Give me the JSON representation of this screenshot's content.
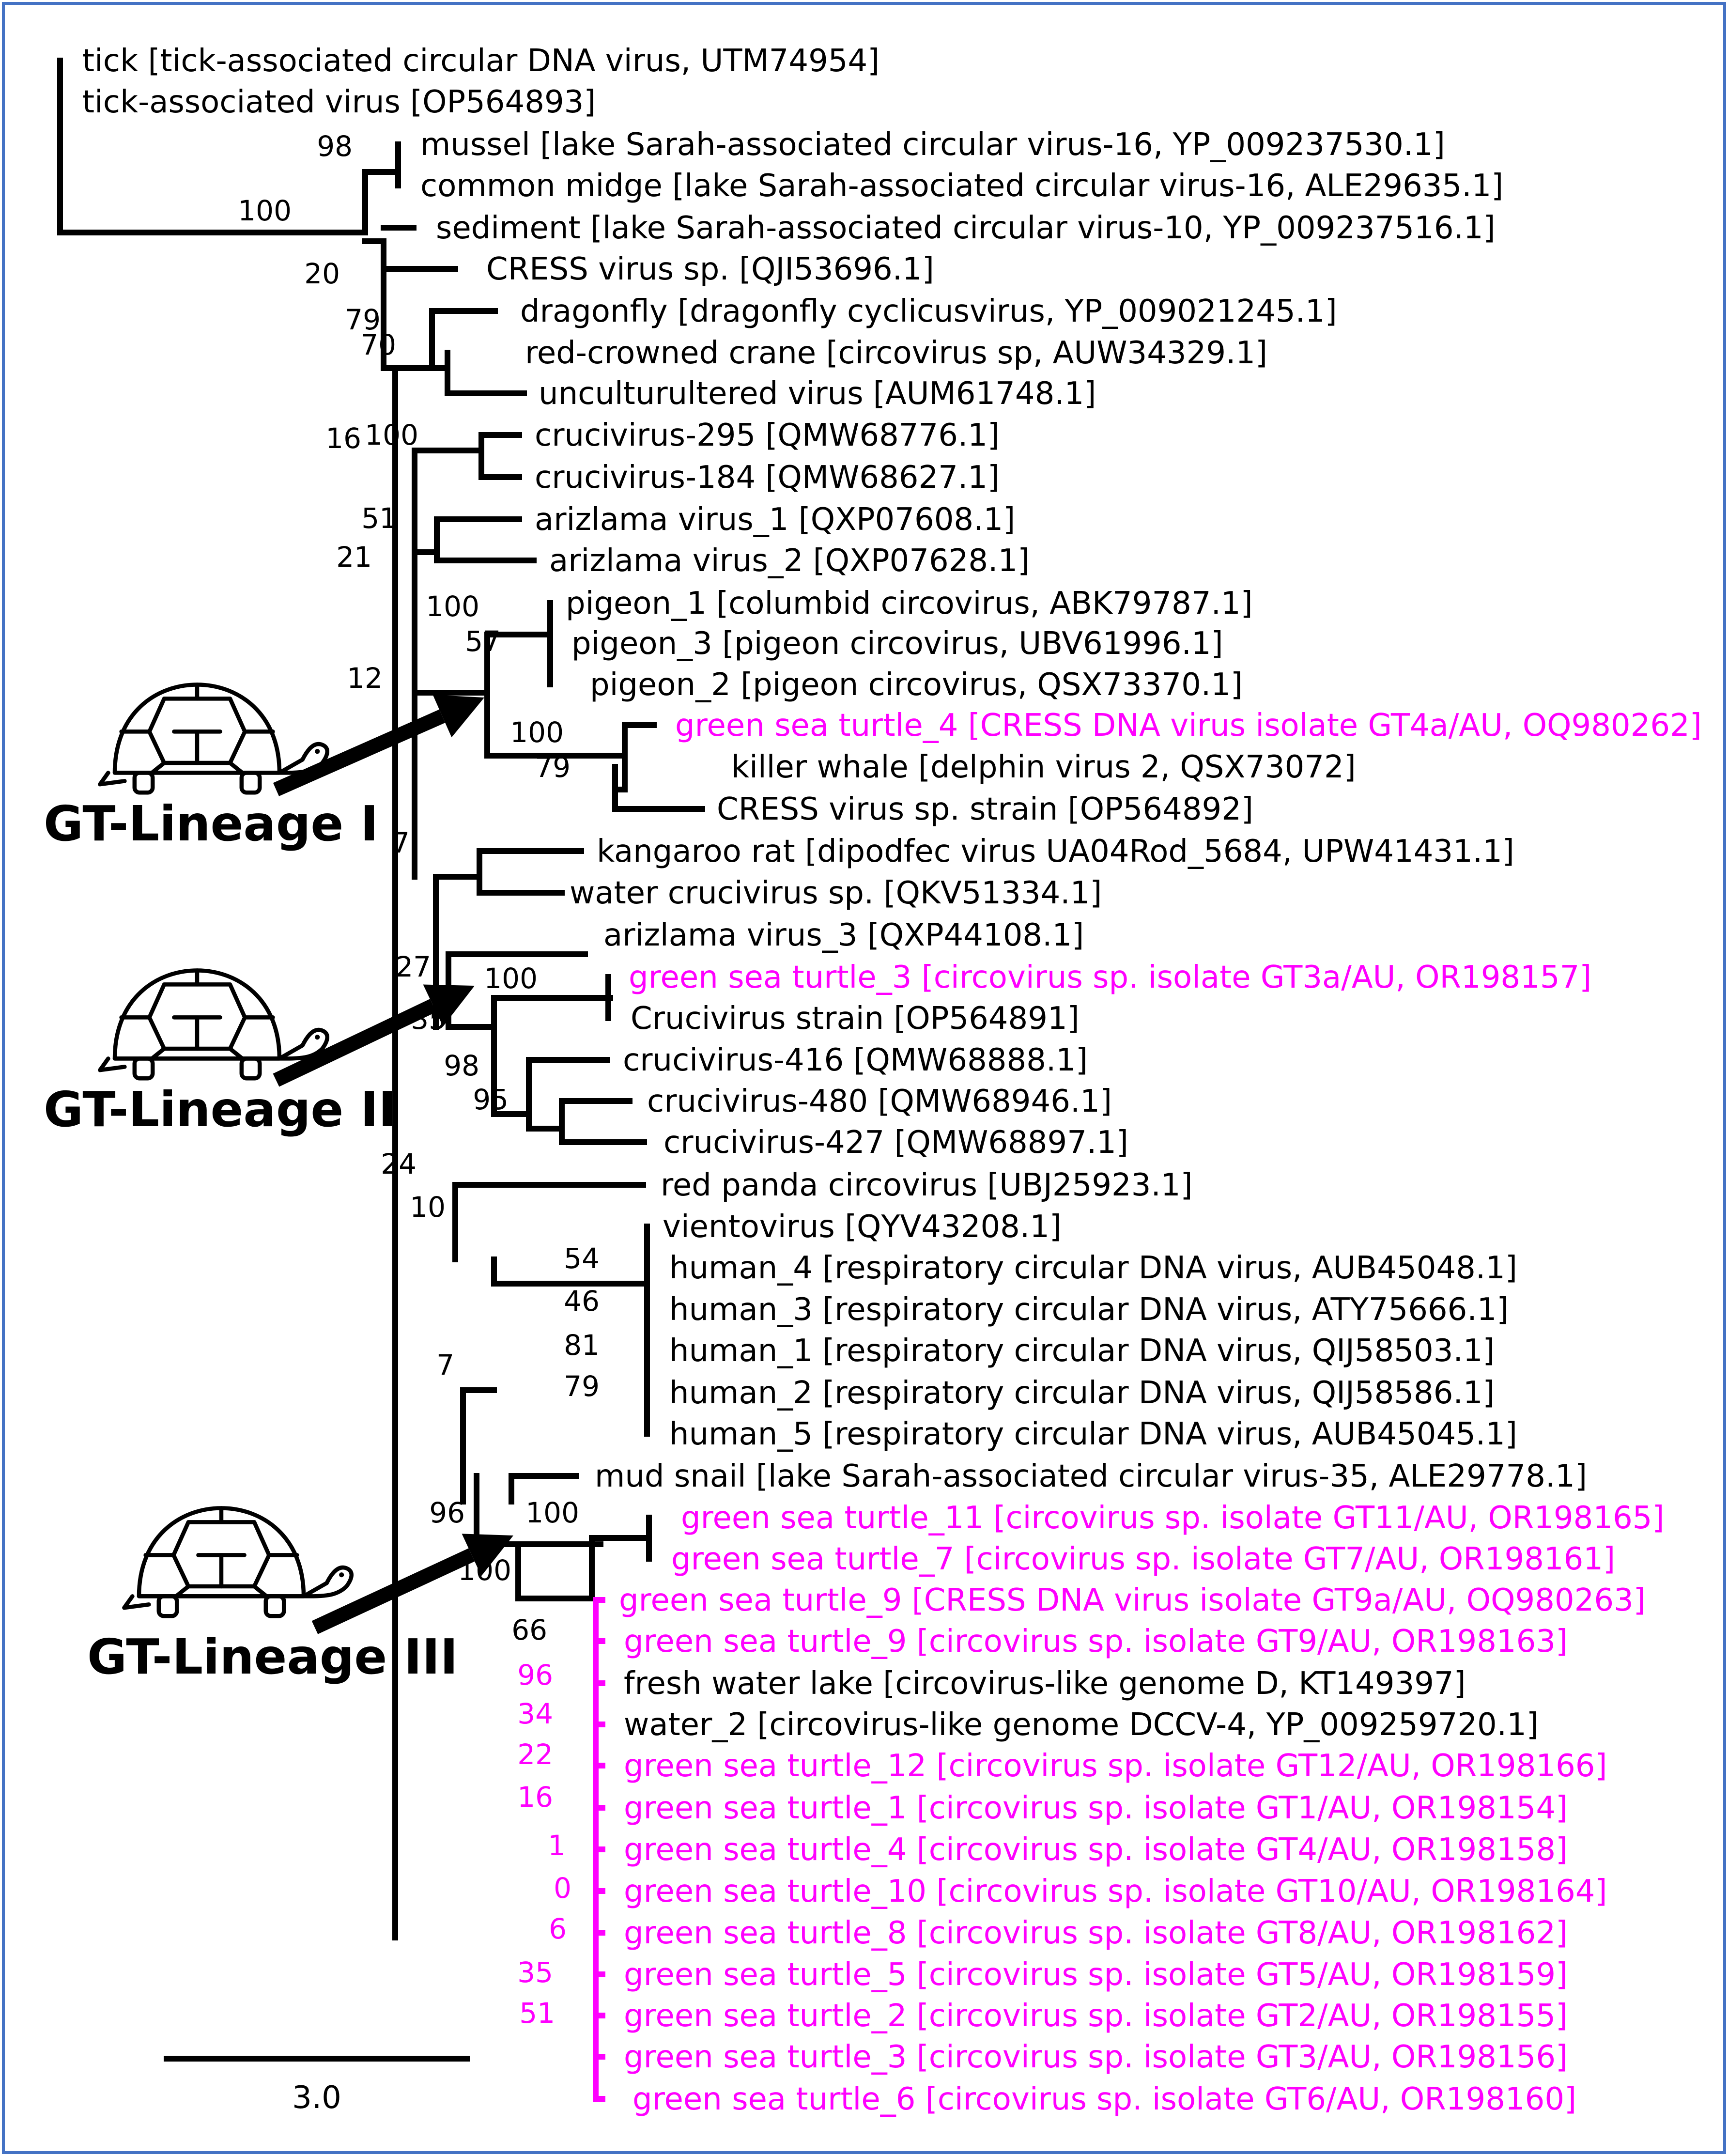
{
  "colors": {
    "frame": "#4472C4",
    "branch": "#000000",
    "highlight": "#FF00FF",
    "lineage_label": "#000000"
  },
  "taxa": [
    {
      "id": "t1",
      "label": "tick [tick-associated circular DNA virus, UTM74954]",
      "highlight": false
    },
    {
      "id": "t2",
      "label": "tick-associated virus [OP564893]",
      "highlight": false
    },
    {
      "id": "t3",
      "label": "mussel [lake Sarah-associated circular virus-16, YP_009237530.1]",
      "highlight": false
    },
    {
      "id": "t4",
      "label": "common midge [lake Sarah-associated circular virus-16, ALE29635.1]",
      "highlight": false
    },
    {
      "id": "t5",
      "label": "sediment [lake Sarah-associated circular virus-10, YP_009237516.1]",
      "highlight": false
    },
    {
      "id": "t6",
      "label": "CRESS virus sp. [QJI53696.1]",
      "highlight": false
    },
    {
      "id": "t7",
      "label": "dragonfly [dragonfly cyclicusvirus, YP_009021245.1]",
      "highlight": false
    },
    {
      "id": "t8",
      "label": "red-crowned crane [circovirus sp, AUW34329.1]",
      "highlight": false
    },
    {
      "id": "t9",
      "label": "unculturultered virus [AUM61748.1]",
      "highlight": false
    },
    {
      "id": "t10",
      "label": "crucivirus-295 [QMW68776.1]",
      "highlight": false
    },
    {
      "id": "t11",
      "label": "crucivirus-184 [QMW68627.1]",
      "highlight": false
    },
    {
      "id": "t12",
      "label": "arizlama virus_1 [QXP07608.1]",
      "highlight": false
    },
    {
      "id": "t13",
      "label": "arizlama virus_2 [QXP07628.1]",
      "highlight": false
    },
    {
      "id": "t14",
      "label": "pigeon_1 [columbid circovirus, ABK79787.1]",
      "highlight": false
    },
    {
      "id": "t15",
      "label": "pigeon_3 [pigeon circovirus, UBV61996.1]",
      "highlight": false
    },
    {
      "id": "t16",
      "label": "pigeon_2 [pigeon circovirus, QSX73370.1]",
      "highlight": false
    },
    {
      "id": "t17",
      "label": "green sea turtle_4 [CRESS DNA virus isolate GT4a/AU, OQ980262]",
      "highlight": true
    },
    {
      "id": "t18",
      "label": "killer whale [delphin virus 2, QSX73072]",
      "highlight": false
    },
    {
      "id": "t19",
      "label": "CRESS virus sp. strain [OP564892]",
      "highlight": false
    },
    {
      "id": "t20",
      "label": "kangaroo rat [dipodfec virus UA04Rod_5684, UPW41431.1]",
      "highlight": false
    },
    {
      "id": "t21",
      "label": "water crucivirus sp. [QKV51334.1]",
      "highlight": false
    },
    {
      "id": "t22",
      "label": "arizlama virus_3 [QXP44108.1]",
      "highlight": false
    },
    {
      "id": "t23",
      "label": "green sea turtle_3 [circovirus sp. isolate GT3a/AU, OR198157]",
      "highlight": true
    },
    {
      "id": "t24",
      "label": "Crucivirus strain [OP564891]",
      "highlight": false
    },
    {
      "id": "t25",
      "label": "crucivirus-416 [QMW68888.1]",
      "highlight": false
    },
    {
      "id": "t26",
      "label": "crucivirus-480 [QMW68946.1]",
      "highlight": false
    },
    {
      "id": "t27",
      "label": "crucivirus-427 [QMW68897.1]",
      "highlight": false
    },
    {
      "id": "t28",
      "label": "red panda circovirus [UBJ25923.1]",
      "highlight": false
    },
    {
      "id": "t29",
      "label": "vientovirus [QYV43208.1]",
      "highlight": false
    },
    {
      "id": "t30",
      "label": "human_4 [respiratory circular DNA virus, AUB45048.1]",
      "highlight": false
    },
    {
      "id": "t31",
      "label": "human_3 [respiratory circular DNA virus, ATY75666.1]",
      "highlight": false
    },
    {
      "id": "t32",
      "label": "human_1 [respiratory circular DNA virus, QIJ58503.1]",
      "highlight": false
    },
    {
      "id": "t33",
      "label": "human_2 [respiratory circular DNA virus, QIJ58586.1]",
      "highlight": false
    },
    {
      "id": "t34",
      "label": "human_5 [respiratory circular DNA virus, AUB45045.1]",
      "highlight": false
    },
    {
      "id": "t35",
      "label": "mud snail [lake Sarah-associated circular virus-35, ALE29778.1]",
      "highlight": false
    },
    {
      "id": "t36",
      "label": "green sea turtle_11 [circovirus sp. isolate GT11/AU, OR198165]",
      "highlight": true
    },
    {
      "id": "t37",
      "label": "green sea turtle_7 [circovirus sp. isolate GT7/AU, OR198161]",
      "highlight": true
    },
    {
      "id": "t38",
      "label": "green sea turtle_9 [CRESS DNA virus isolate GT9a/AU, OQ980263]",
      "highlight": true
    },
    {
      "id": "t39",
      "label": "green sea turtle_9 [circovirus sp. isolate GT9/AU, OR198163]",
      "highlight": true
    },
    {
      "id": "t40",
      "label": "fresh water lake [circovirus-like genome D, KT149397]",
      "highlight": false
    },
    {
      "id": "t41",
      "label": "water_2 [circovirus-like genome DCCV-4, YP_009259720.1]",
      "highlight": false
    },
    {
      "id": "t42",
      "label": "green sea turtle_12 [circovirus sp. isolate GT12/AU, OR198166]",
      "highlight": true
    },
    {
      "id": "t43",
      "label": "green sea turtle_1 [circovirus sp. isolate GT1/AU, OR198154]",
      "highlight": true
    },
    {
      "id": "t44",
      "label": "green sea turtle_4 [circovirus sp. isolate GT4/AU, OR198158]",
      "highlight": true
    },
    {
      "id": "t45",
      "label": "green sea turtle_10 [circovirus sp. isolate GT10/AU, OR198164]",
      "highlight": true
    },
    {
      "id": "t46",
      "label": "green sea turtle_8 [circovirus sp. isolate GT8/AU, OR198162]",
      "highlight": true
    },
    {
      "id": "t47",
      "label": "green sea turtle_5 [circovirus sp. isolate GT5/AU, OR198159]",
      "highlight": true
    },
    {
      "id": "t48",
      "label": "green sea turtle_2 [circovirus sp. isolate GT2/AU, OR198155]",
      "highlight": true
    },
    {
      "id": "t49",
      "label": "green sea turtle_3 [circovirus sp. isolate GT3/AU, OR198156]",
      "highlight": true
    },
    {
      "id": "t50",
      "label": "green sea turtle_6 [circovirus sp. isolate GT6/AU, OR198160]",
      "highlight": true
    }
  ],
  "support_values": [
    {
      "id": "s1",
      "text": "98",
      "highlight": false
    },
    {
      "id": "s2",
      "text": "100",
      "highlight": false
    },
    {
      "id": "s3",
      "text": "20",
      "highlight": false
    },
    {
      "id": "s4",
      "text": "79",
      "highlight": false
    },
    {
      "id": "s5",
      "text": "70",
      "highlight": false
    },
    {
      "id": "s6",
      "text": "16",
      "highlight": false
    },
    {
      "id": "s7",
      "text": "100",
      "highlight": false
    },
    {
      "id": "s8",
      "text": "51",
      "highlight": false
    },
    {
      "id": "s9",
      "text": "21",
      "highlight": false
    },
    {
      "id": "s10",
      "text": "100",
      "highlight": false
    },
    {
      "id": "s11",
      "text": "57",
      "highlight": false
    },
    {
      "id": "s12",
      "text": "12",
      "highlight": false
    },
    {
      "id": "s13",
      "text": "100",
      "highlight": false
    },
    {
      "id": "s14",
      "text": "79",
      "highlight": false
    },
    {
      "id": "s15",
      "text": "7",
      "highlight": false
    },
    {
      "id": "s16",
      "text": "27",
      "highlight": false
    },
    {
      "id": "s17",
      "text": "100",
      "highlight": false
    },
    {
      "id": "s18",
      "text": "35",
      "highlight": false
    },
    {
      "id": "s19",
      "text": "98",
      "highlight": false
    },
    {
      "id": "s20",
      "text": "95",
      "highlight": false
    },
    {
      "id": "s21",
      "text": "24",
      "highlight": false
    },
    {
      "id": "s22",
      "text": "10",
      "highlight": false
    },
    {
      "id": "s23",
      "text": "54",
      "highlight": false
    },
    {
      "id": "s24",
      "text": "46",
      "highlight": false
    },
    {
      "id": "s25",
      "text": "81",
      "highlight": false
    },
    {
      "id": "s26",
      "text": "79",
      "highlight": false
    },
    {
      "id": "s27",
      "text": "7",
      "highlight": false
    },
    {
      "id": "s28",
      "text": "96",
      "highlight": false
    },
    {
      "id": "s29",
      "text": "100",
      "highlight": false
    },
    {
      "id": "s30",
      "text": "100",
      "highlight": false
    },
    {
      "id": "s31",
      "text": "66",
      "highlight": false
    },
    {
      "id": "s32",
      "text": "96",
      "highlight": true
    },
    {
      "id": "s33",
      "text": "34",
      "highlight": true
    },
    {
      "id": "s34",
      "text": "22",
      "highlight": true
    },
    {
      "id": "s35",
      "text": "16",
      "highlight": true
    },
    {
      "id": "s36",
      "text": "1",
      "highlight": true
    },
    {
      "id": "s37",
      "text": "0",
      "highlight": true
    },
    {
      "id": "s38",
      "text": "6",
      "highlight": true
    },
    {
      "id": "s39",
      "text": "35",
      "highlight": true
    },
    {
      "id": "s40",
      "text": "51",
      "highlight": true
    }
  ],
  "lineages": [
    {
      "id": "l1",
      "label": "GT-Lineage I",
      "icon": "turtle-icon"
    },
    {
      "id": "l2",
      "label": "GT-Lineage II",
      "icon": "turtle-icon"
    },
    {
      "id": "l3",
      "label": "GT-Lineage III",
      "icon": "turtle-icon"
    }
  ],
  "scale_bar": {
    "label": "3.0"
  }
}
